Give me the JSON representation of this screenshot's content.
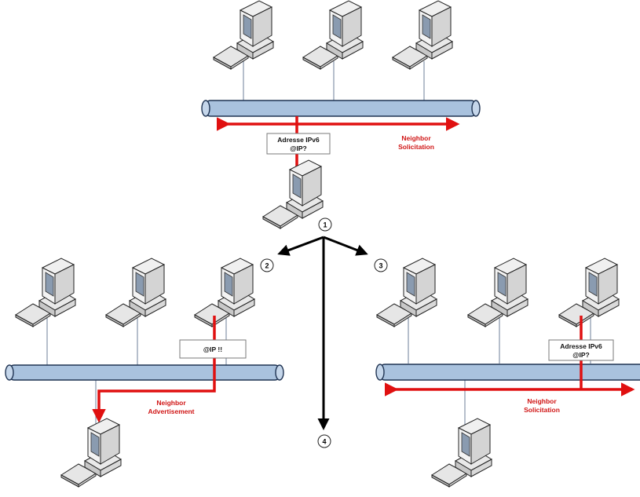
{
  "colors": {
    "background": "#ffffff",
    "bus_fill": "#a9c2de",
    "bus_stroke": "#1f3352",
    "signal": "#e01010",
    "label_text": "#d01515",
    "step_arrow": "#000000",
    "box_border": "#7a7a7a",
    "box_fill": "#ffffff",
    "computer_body": "#ececec",
    "computer_screen": "#8a9bb0"
  },
  "top_section": {
    "message_box": {
      "line1": "Adresse IPv6",
      "line2": "@IP?"
    },
    "signal_label": {
      "line1": "Neighbor",
      "line2": "Solicitation"
    }
  },
  "steps": {
    "step1": "1",
    "step2": "2",
    "step3": "3",
    "step4": "4"
  },
  "left_section": {
    "message_box": {
      "line1": "@IP !!"
    },
    "signal_label": {
      "line1": "Neighbor",
      "line2": "Advertisement"
    }
  },
  "right_section": {
    "message_box": {
      "line1": "Adresse IPv6",
      "line2": "@IP?"
    },
    "signal_label": {
      "line1": "Neighbor",
      "line2": "Solicitation"
    }
  },
  "icons": {
    "computer": "desktop-computer-icon",
    "network_bus": "network-bus-icon"
  }
}
